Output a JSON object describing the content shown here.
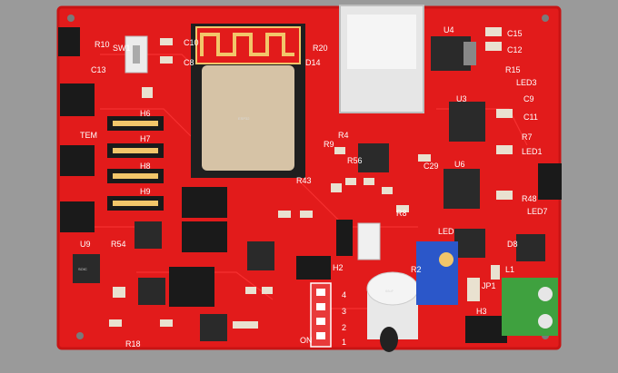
{
  "board": {
    "colors": {
      "background": "#9a9a9a",
      "pcb": "#e21b1b",
      "pcb_edge": "#c81414",
      "copper": "#f2c66a",
      "silk": "#ffffff",
      "ic": "#2a2a2a",
      "header": "#1a1a1a",
      "terminal": "#3fa13f",
      "pot": "#2b57c9"
    },
    "silkscreen": {
      "r10": "R10",
      "sw1": "SW1",
      "c10": "C10",
      "c8": "C8",
      "c13": "C13",
      "d14": "D14",
      "r20": "R20",
      "u4": "U4",
      "c15": "C15",
      "c12": "C12",
      "r15": "R15",
      "led3": "LED3",
      "c9": "C9",
      "u3": "U3",
      "c11": "C11",
      "r7": "R7",
      "led1": "LED1",
      "r4": "R4",
      "r9": "R9",
      "r56": "R56",
      "c29": "C29",
      "u6": "U6",
      "r48": "R48",
      "led7": "LED7",
      "r43": "R43",
      "h6": "H6",
      "h7": "H7",
      "h8": "H8",
      "h9": "H9",
      "tem": "TEM",
      "u9": "U9",
      "r54": "R54",
      "r8": "R8",
      "h2": "H2",
      "led": "LED",
      "r2": "R2",
      "d8": "D8",
      "l1": "L1",
      "jp1": "JP1",
      "h3": "H3",
      "r18": "R18",
      "on": "ON",
      "dip1": "1",
      "dip2": "2",
      "dip3": "3",
      "dip4": "4"
    },
    "chip_marks": {
      "wroom": "ESP32",
      "soic": "SOIC",
      "cap": "68uF"
    }
  }
}
